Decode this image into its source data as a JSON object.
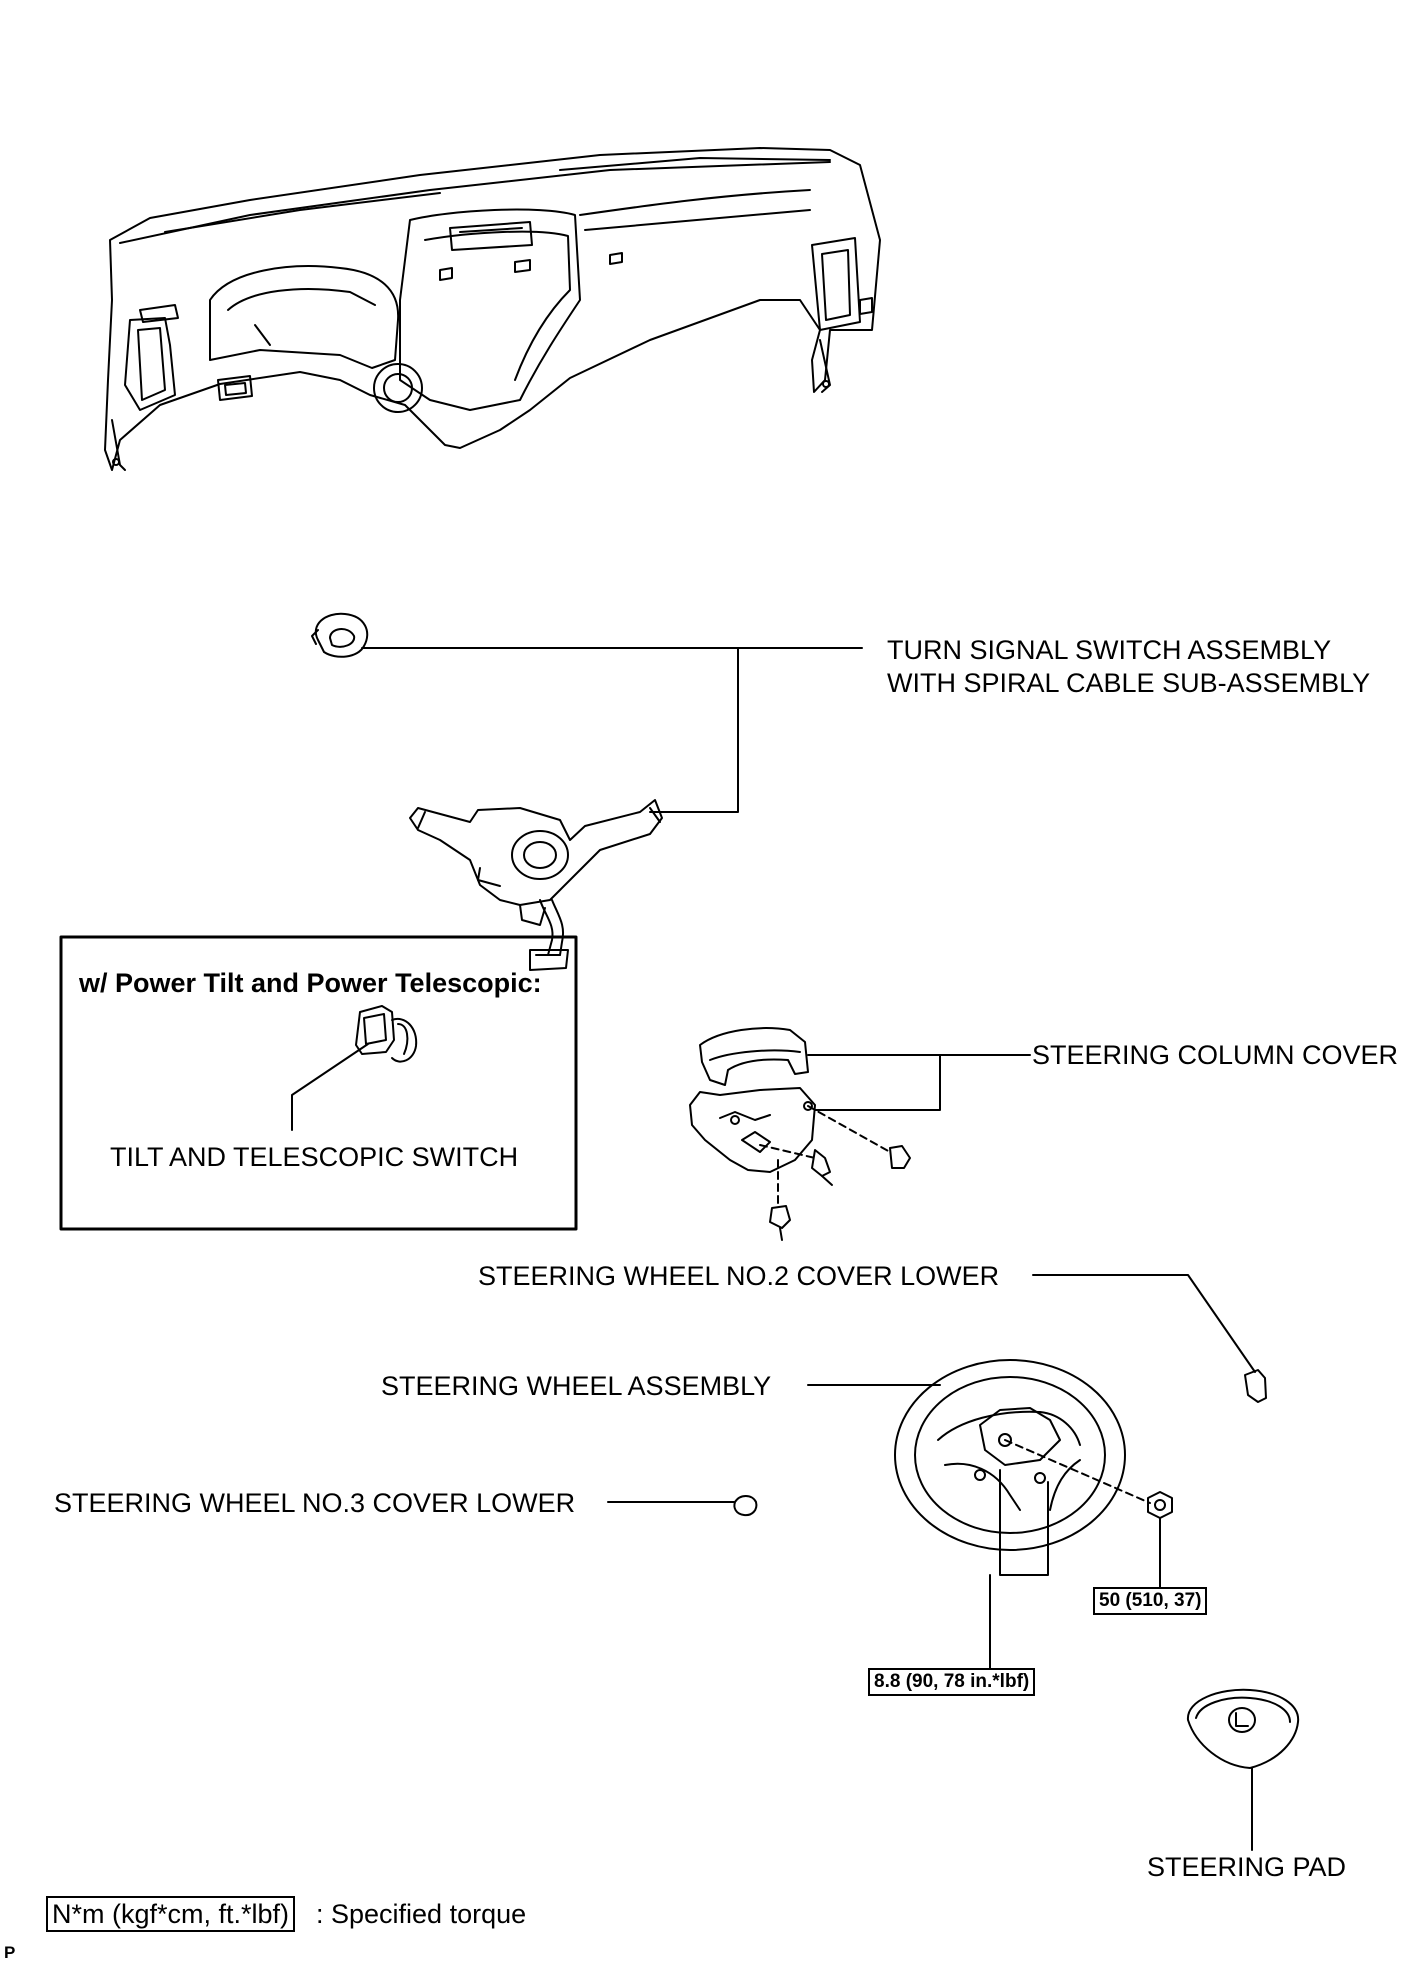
{
  "inset": {
    "title": "w/ Power Tilt and Power Telescopic:",
    "switch_label": "TILT AND TELESCOPIC SWITCH"
  },
  "labels": {
    "turn_signal_line1": "TURN SIGNAL SWITCH ASSEMBLY",
    "turn_signal_line2": "WITH SPIRAL CABLE SUB-ASSEMBLY",
    "column_cover": "STEERING COLUMN COVER",
    "no2_cover": "STEERING WHEEL NO.2 COVER LOWER",
    "wheel_assembly": "STEERING WHEEL ASSEMBLY",
    "no3_cover": "STEERING WHEEL NO.3 COVER LOWER",
    "steering_pad": "STEERING PAD"
  },
  "torques": {
    "nut": "50 (510, 37)",
    "screws": "8.8 (90, 78 in.*lbf)"
  },
  "legend": {
    "unit": "N*m (kgf*cm, ft.*lbf)",
    "description": ": Specified torque"
  },
  "corner_mark": "P"
}
